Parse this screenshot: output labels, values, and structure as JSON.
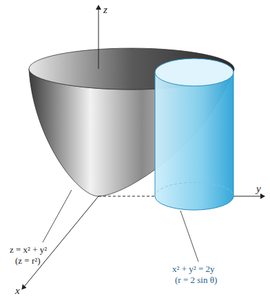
{
  "diagram": {
    "labels": [
      "z",
      "y",
      "x",
      "z = x² + y²",
      "(z = r²)",
      "x² + y² = 2y",
      "(r = 2 sin θ)"
    ]
  }
}
